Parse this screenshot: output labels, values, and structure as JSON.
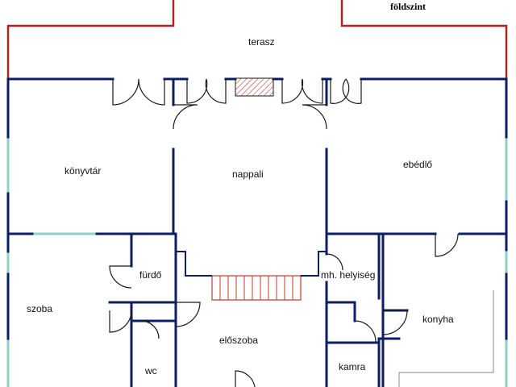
{
  "plan": {
    "title": "földszint",
    "rooms": {
      "terasz": "terasz",
      "konyvtar": "könyvtár",
      "nappali": "nappali",
      "ebedlo": "ebédlő",
      "furdo": "fürdő",
      "szoba": "szoba",
      "eloszoba": "előszoba",
      "wc": "wc",
      "mh_helyiseg": "mh. helyiség",
      "konyha": "konyha",
      "kamra": "kamra"
    },
    "colors": {
      "interior_wall": "#0e1e66",
      "terrace_wall": "#b22222",
      "window": "#8fd1c4",
      "stair": "#c0392b",
      "hatch": "#c0392b"
    }
  }
}
